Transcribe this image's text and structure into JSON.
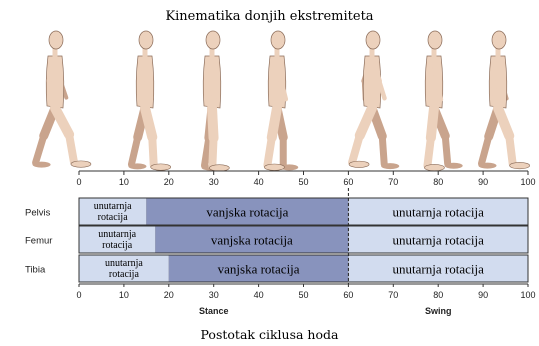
{
  "title": "Kinematika donjih ekstremiteta",
  "bottom_title": "Postotak ciklusa hoda",
  "axis": {
    "ticks": [
      "0",
      "10",
      "20",
      "30",
      "40",
      "50",
      "60",
      "70",
      "80",
      "90",
      "100"
    ],
    "stance_label": "Stance",
    "swing_label": "Swing",
    "phase_boundary": 60
  },
  "rows": [
    {
      "label": "Pelvis",
      "segments": [
        {
          "text": "unutarnja\nrotacija",
          "start": 0,
          "end": 15,
          "color": "#d2dcef"
        },
        {
          "text": "vanjska rotacija",
          "start": 15,
          "end": 60,
          "color": "#8893bd"
        },
        {
          "text": "unutarnja rotacija",
          "start": 60,
          "end": 100,
          "color": "#d2dcef"
        }
      ]
    },
    {
      "label": "Femur",
      "segments": [
        {
          "text": "unutarnja\nrotacija",
          "start": 0,
          "end": 17,
          "color": "#d2dcef"
        },
        {
          "text": "vanjska rotacija",
          "start": 17,
          "end": 60,
          "color": "#8893bd"
        },
        {
          "text": "unutarnja rotacija",
          "start": 60,
          "end": 100,
          "color": "#d2dcef"
        }
      ]
    },
    {
      "label": "Tibia",
      "segments": [
        {
          "text": "unutarnja\nrotacija",
          "start": 0,
          "end": 20,
          "color": "#d2dcef"
        },
        {
          "text": "vanjska rotacija",
          "start": 20,
          "end": 60,
          "color": "#8893bd"
        },
        {
          "text": "unutarnja rotacija",
          "start": 60,
          "end": 100,
          "color": "#d2dcef"
        }
      ]
    }
  ],
  "colors": {
    "figure_skin": "#ecd1bc",
    "figure_outline": "#8a6b58",
    "figure_shadow": "#c9a48d",
    "grid": "#6a6a6a",
    "border": "#333333"
  }
}
